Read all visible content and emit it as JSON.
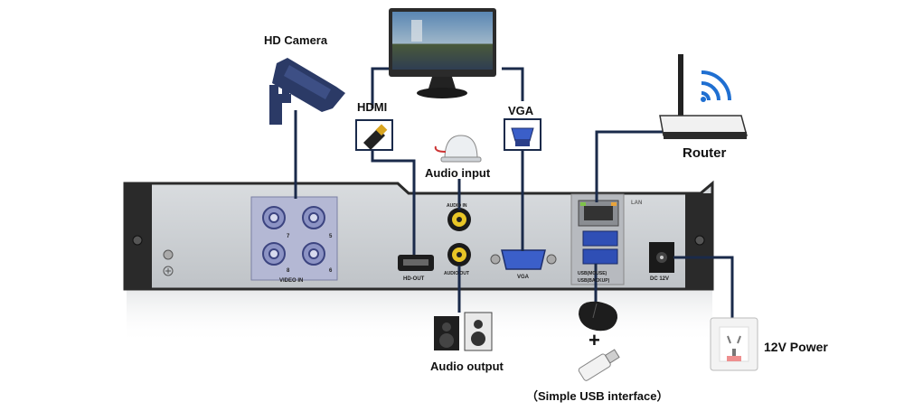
{
  "labels": {
    "hd_camera": "HD Camera",
    "hdmi": "HDMI",
    "vga": "VGA",
    "router": "Router",
    "audio_input": "Audio input",
    "audio_output": "Audio output",
    "power": "12V Power",
    "usb_note": "（Simple USB interface）",
    "plus": "+"
  },
  "panel": {
    "video_in": "VIDEO IN",
    "hd_out": "HD-OUT",
    "audio_in": "AUDIO IN",
    "audio_out": "AUDIO OUT",
    "vga": "VGA",
    "lan": "LAN",
    "usb_mouse": "USB(MOUSE)",
    "usb_backup": "USB(BACKUP)",
    "dc": "DC 12V",
    "ch5": "5",
    "ch6": "6",
    "ch7": "7",
    "ch8": "8"
  },
  "colors": {
    "cable": "#1a2a4a",
    "camera": "#2b3a66",
    "dvr_body": "#c9ccd0",
    "dvr_border": "#2a2a2a"
  }
}
